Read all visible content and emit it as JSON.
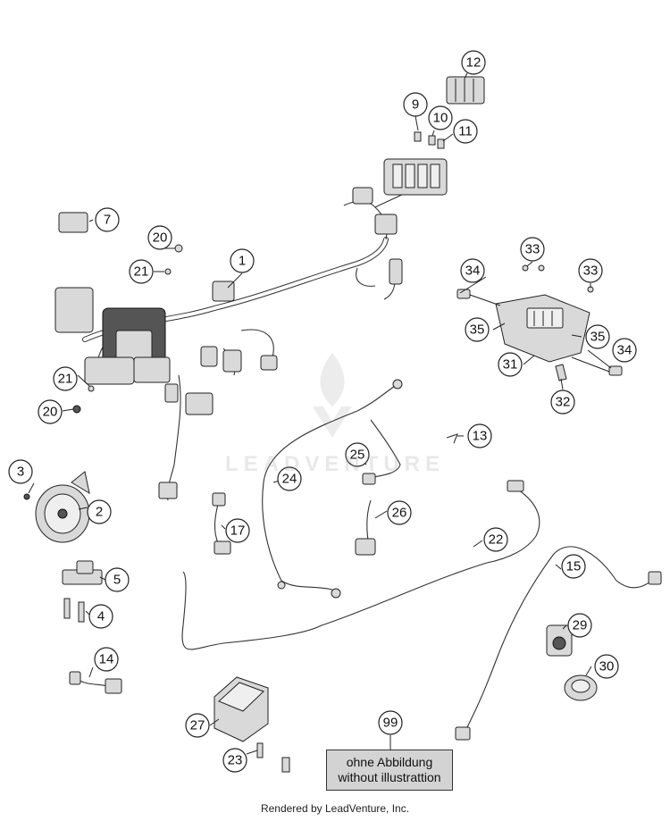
{
  "callouts": [
    "1",
    "2",
    "3",
    "4",
    "5",
    "7",
    "9",
    "10",
    "11",
    "12",
    "13",
    "14",
    "15",
    "17",
    "20",
    "20",
    "21",
    "21",
    "22",
    "23",
    "24",
    "25",
    "26",
    "27",
    "29",
    "30",
    "31",
    "32",
    "33",
    "33",
    "34",
    "34",
    "35",
    "35",
    "99"
  ],
  "note": {
    "line1": "ohne Abbildung",
    "line2": "without illustrattion"
  },
  "footer": "Rendered by LeadVenture, Inc.",
  "watermark": "LEADVENTURE"
}
